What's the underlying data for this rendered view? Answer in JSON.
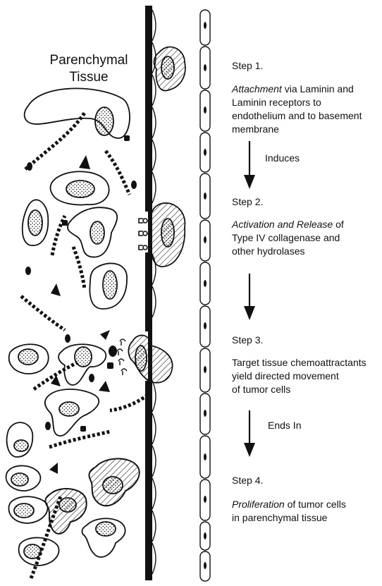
{
  "tissue_label": {
    "line1": "Parenchymal",
    "line2": "Tissue"
  },
  "steps": [
    {
      "heading": "Step 1.",
      "emphasis": "Attachment",
      "line1_rest": " via Laminin and",
      "lines": [
        "Laminin receptors to",
        "endothelium and to basement",
        "membrane"
      ]
    },
    {
      "heading": "Step 2.",
      "emphasis": "Activation and Release",
      "line1_rest": " of",
      "lines": [
        "Type IV collagenase and",
        "other hydrolases"
      ]
    },
    {
      "heading": "Step 3.",
      "emphasis": "",
      "line1_rest": "Target tissue chemoattractants",
      "lines": [
        "yield directed movement",
        "of tumor cells"
      ]
    },
    {
      "heading": "Step 4.",
      "emphasis": "Proliferation",
      "line1_rest": " of tumor cells",
      "lines": [
        "in parenchymal tissue"
      ]
    }
  ],
  "arrows": [
    {
      "label": "Induces"
    },
    {
      "label": ""
    },
    {
      "label": "Ends In"
    }
  ],
  "colors": {
    "ink": "#111111",
    "paper": "#ffffff"
  }
}
